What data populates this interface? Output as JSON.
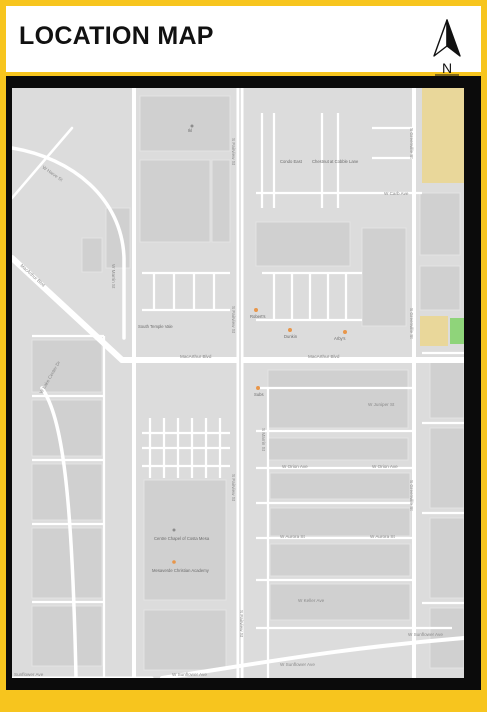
{
  "header": {
    "title": "LOCATION MAP",
    "north_letter": "N"
  },
  "colors": {
    "frame": "#f7c51e",
    "border": "#0b0b0b",
    "map_bg": "#dcdcdc",
    "block": "#d2d2d2",
    "road": "#ffffff",
    "park": "#8fd47a",
    "yellow_area": "#e9d79a",
    "poi": "#e8964a"
  },
  "map": {
    "streets": {
      "s_fairview_top": "S Fairview St",
      "s_fairview_mid": "S Fairview St",
      "s_fairview_low": "S Fairview St",
      "s_fairview_bottom": "S Fairview St",
      "w_harvard": "W Harve St",
      "macarthur_left": "MacArthur Blvd",
      "w_marrin": "W Marrin St",
      "w_lake_center": "W Lake Center Dr",
      "macarthur_center": "MacArthur Blvd",
      "macarthur_right": "MacArthur Blvd",
      "s_greenville_top": "S Greenville St",
      "s_greenville_mid": "S Greenville St",
      "s_greenville_low": "S Greenville St",
      "w_carb": "W Carb Ave",
      "w_juniper": "W Juniper St",
      "w_orion_left": "W Orion Ave",
      "w_orion_right": "W Orion Ave",
      "s_marrin": "S Marrin St",
      "w_aurora_left": "W Aurora St",
      "w_aurora_right": "W Aurora St",
      "w_keller": "W Keller Ave",
      "w_sunflower_left": "W Sunflower Ave",
      "w_sunflower_right": "W Sunflower Ave",
      "w_sunflower_far": "W Sunflower Ave",
      "sunflower_corner": "Sunflower Ave"
    },
    "places": {
      "top_poi": "Ikl",
      "condo_left": "Condo East",
      "condo_right": "Chestnut at Cobble Lane",
      "south_coast": "South Temple Vale",
      "robert": "Robert's",
      "dunkin": "Dunkin",
      "arbys": "Arby's",
      "subway": "Subs",
      "church": "Centre Chapel of Costa Mesa",
      "academy": "Mesaverde Christian Academy"
    }
  }
}
